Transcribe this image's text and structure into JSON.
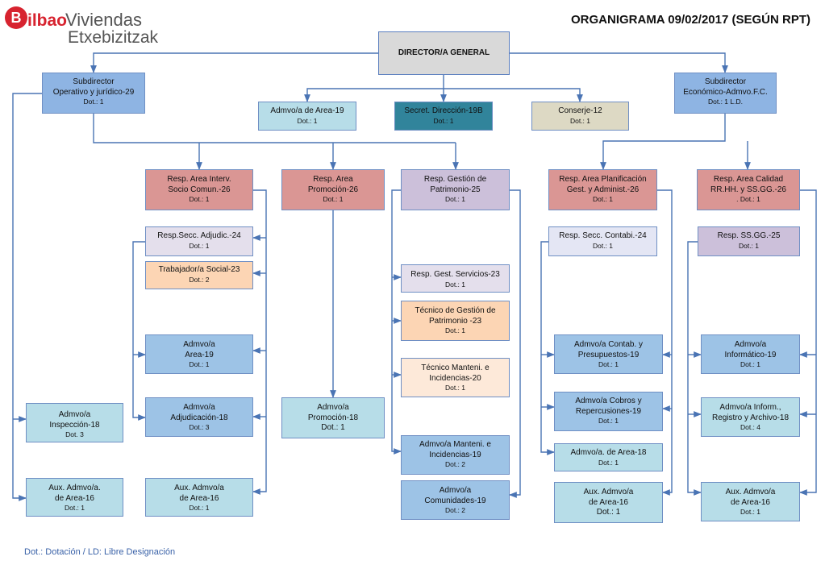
{
  "header": {
    "logo_text": "BilbaoViviendas Etxebizitzak",
    "title": "ORGANIGRAMA 09/02/2017 (SEGÚN RPT)"
  },
  "colors": {
    "director": "#d9d9d9",
    "subdirector": "#8eb4e3",
    "responsable": "#da9694",
    "patrimonio": "#ccc0da",
    "administrativo": "#b7dde8",
    "secretaria": "#31849b",
    "conserje": "#ddd9c4",
    "logo_red": "#d7232f"
  },
  "boxes": {
    "director": {
      "lines": [
        "DIRECTOR/A GENERAL"
      ],
      "dot": ""
    },
    "sub_operativo": {
      "lines": [
        "Subdirector",
        "Operativo y jurídico-29"
      ],
      "dot": "Dot.: 1"
    },
    "sub_economico": {
      "lines": [
        "Subdirector",
        "Económico-Admvo.F.C."
      ],
      "dot": "Dot.: 1 L.D."
    },
    "admvo_area_top": {
      "lines": [
        "Admvo/a de Area-19"
      ],
      "dot": "Dot.: 1"
    },
    "secret": {
      "lines": [
        "Secret. Dirección-19B"
      ],
      "dot": "Dot.: 1"
    },
    "conserje": {
      "lines": [
        "Conserje-12"
      ],
      "dot": "Dot.: 1"
    },
    "resp_interv": {
      "lines": [
        "Resp. Area Interv.",
        "Socio Comun.-26"
      ],
      "dot": "Dot.: 1"
    },
    "resp_promocion": {
      "lines": [
        "Resp. Area",
        "Promoción-26"
      ],
      "dot": "Dot.: 1"
    },
    "resp_patrimonio": {
      "lines": [
        "Resp. Gestión de",
        "Patrimonio-25"
      ],
      "dot": "Dot.: 1"
    },
    "resp_planif": {
      "lines": [
        "Resp. Area Planificación",
        "Gest. y Administ.-26"
      ],
      "dot": "Dot.: 1"
    },
    "resp_calidad": {
      "lines": [
        "Resp. Area Calidad",
        "RR.HH. y SS.GG.-26"
      ],
      "dot": ". Dot.: 1"
    },
    "resp_adjudic": {
      "lines": [
        "Resp.Secc. Adjudic.-24"
      ],
      "dot": "Dot.: 1"
    },
    "trabajador_social": {
      "lines": [
        "Trabajador/a Social-23"
      ],
      "dot": "Dot.: 2"
    },
    "admvo_area19": {
      "lines": [
        "Admvo/a",
        "Area-19"
      ],
      "dot": "Dot.: 1"
    },
    "admvo_adjud": {
      "lines": [
        "Admvo/a",
        "Adjudicación-18"
      ],
      "dot": "Dot.: 3"
    },
    "aux_interv": {
      "lines": [
        "Aux. Admvo/a",
        "de Area-16"
      ],
      "dot": "Dot.: 1"
    },
    "admvo_inspeccion": {
      "lines": [
        "Admvo/a",
        "Inspección-18"
      ],
      "dot": "Dot. 3"
    },
    "aux_oper": {
      "lines": [
        "Aux. Admvo/a.",
        "de Area-16"
      ],
      "dot": "Dot.: 1"
    },
    "admvo_promocion": {
      "lines": [
        "Admvo/a",
        "Promoción-18"
      ],
      "dot": "Dot.: 1"
    },
    "resp_servicios": {
      "lines": [
        "Resp. Gest. Servicios-23"
      ],
      "dot": "Dot.: 1"
    },
    "tecnico_patrimonio": {
      "lines": [
        "Técnico de Gestión de",
        "Patrimonio -23"
      ],
      "dot": "Dot.: 1"
    },
    "tecnico_manteni": {
      "lines": [
        "Técnico Manteni. e",
        "Incidencias-20"
      ],
      "dot": "Dot.: 1"
    },
    "admvo_manteni": {
      "lines": [
        "Admvo/a Manteni. e",
        "Incidencias-19"
      ],
      "dot": "Dot.: 2"
    },
    "admvo_comunidades": {
      "lines": [
        "Admvo/a",
        "Comunidades-19"
      ],
      "dot": "Dot.: 2"
    },
    "resp_contabi": {
      "lines": [
        "Resp. Secc. Contabi.-24"
      ],
      "dot": "Dot.: 1"
    },
    "admvo_contab": {
      "lines": [
        "Admvo/a Contab. y",
        "Presupuestos-19"
      ],
      "dot": "Dot.: 1"
    },
    "admvo_cobros": {
      "lines": [
        "Admvo/a Cobros y",
        "Repercusiones-19"
      ],
      "dot": "Dot.: 1"
    },
    "admvo_area18": {
      "lines": [
        "Admvo/a.  de Area-18"
      ],
      "dot": "Dot.: 1"
    },
    "aux_planif": {
      "lines": [
        "Aux. Admvo/a",
        "de Area-16"
      ],
      "dot": "Dot.: 1"
    },
    "resp_ssgg": {
      "lines": [
        "Resp. SS.GG.-25"
      ],
      "dot": "Dot.: 1"
    },
    "admvo_informatico": {
      "lines": [
        "Admvo/a",
        "Informático-19"
      ],
      "dot": "Dot.: 1"
    },
    "admvo_inform": {
      "lines": [
        "Admvo/a Inform.,",
        "Registro y Archivo-18"
      ],
      "dot": "Dot.: 4"
    },
    "aux_calidad": {
      "lines": [
        "Aux. Admvo/a",
        "de Area-16"
      ],
      "dot": "Dot.: 1"
    }
  },
  "footer": {
    "legend": "Dot.: Dotación / LD: Libre Designación"
  }
}
